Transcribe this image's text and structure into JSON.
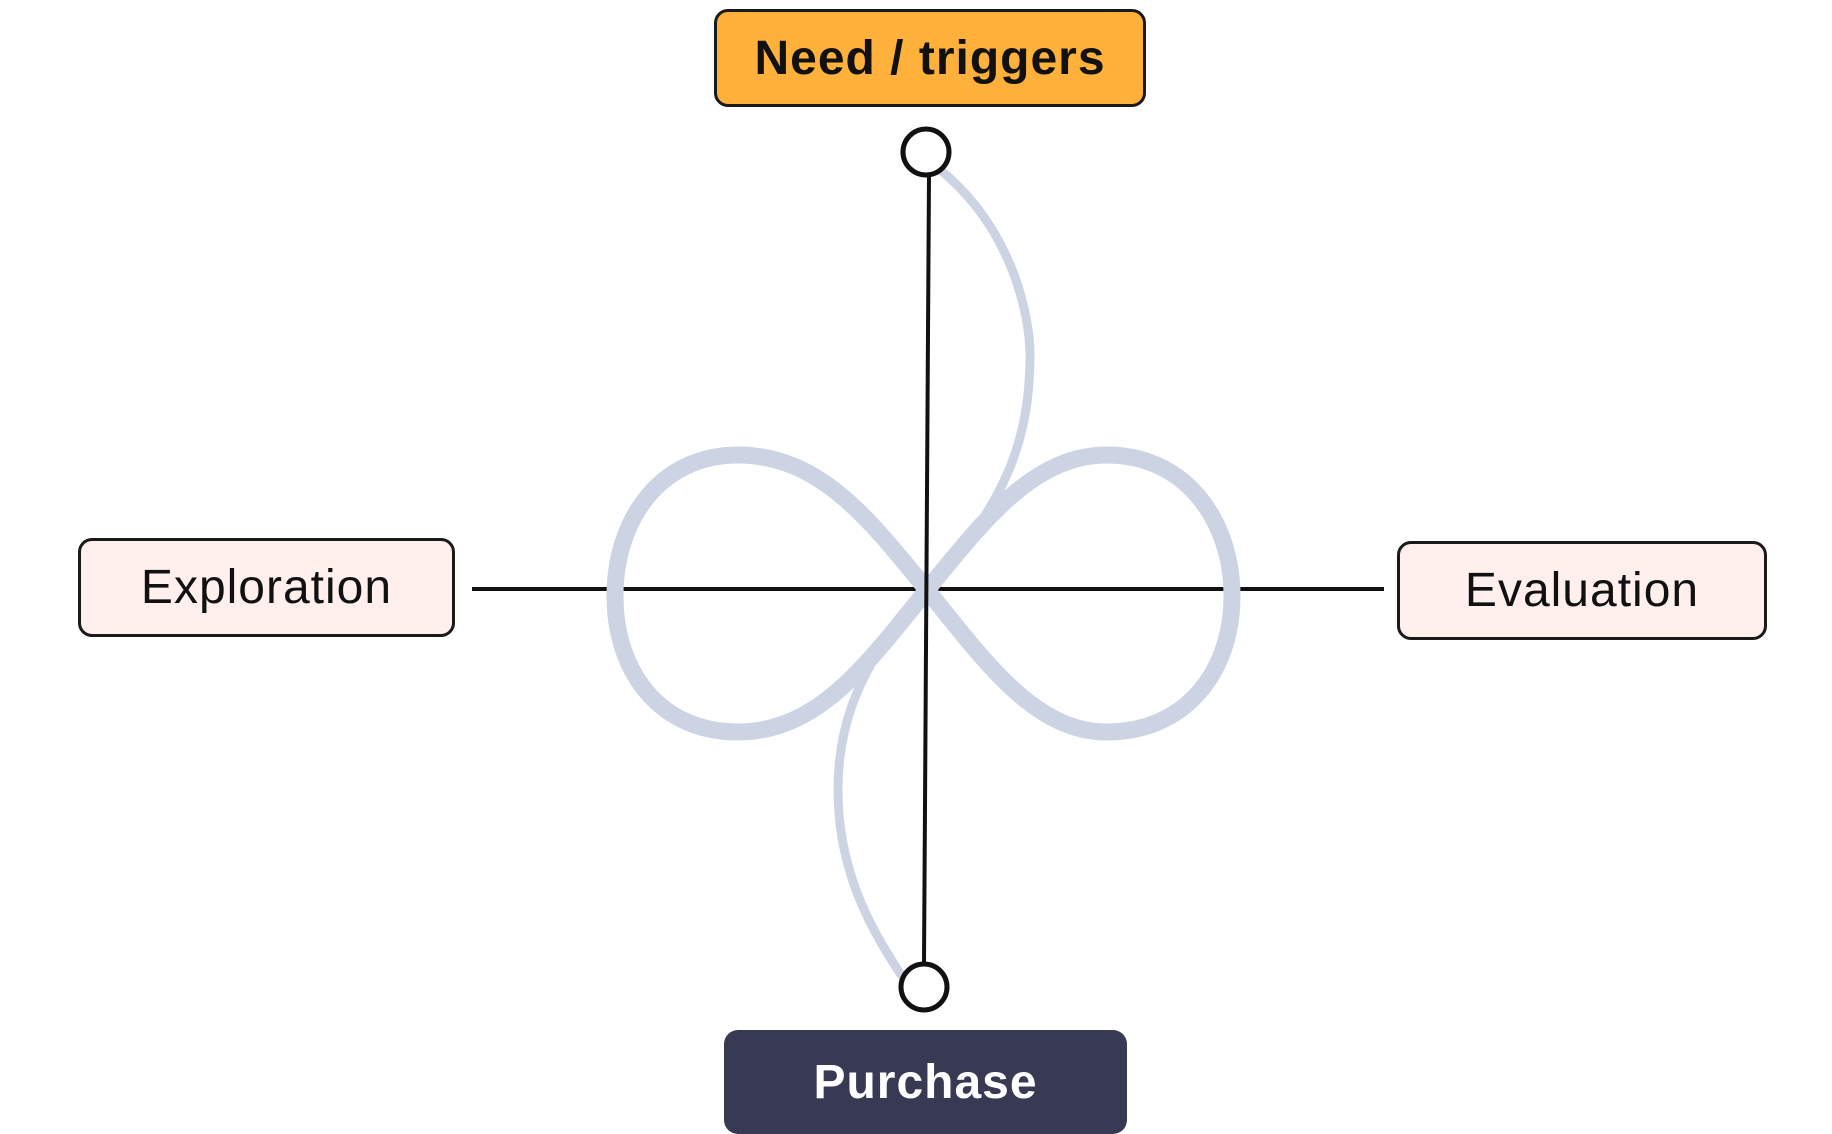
{
  "nodes": {
    "top": {
      "label": "Need / triggers"
    },
    "left": {
      "label": "Exploration"
    },
    "right": {
      "label": "Evaluation"
    },
    "bottom": {
      "label": "Purchase"
    }
  },
  "colors": {
    "need_fill": "#ffb13b",
    "stage_fill": "#fff0ee",
    "purchase_fill": "#383a54",
    "loop_stroke": "#ccd4e4",
    "axis_stroke": "#111111"
  }
}
